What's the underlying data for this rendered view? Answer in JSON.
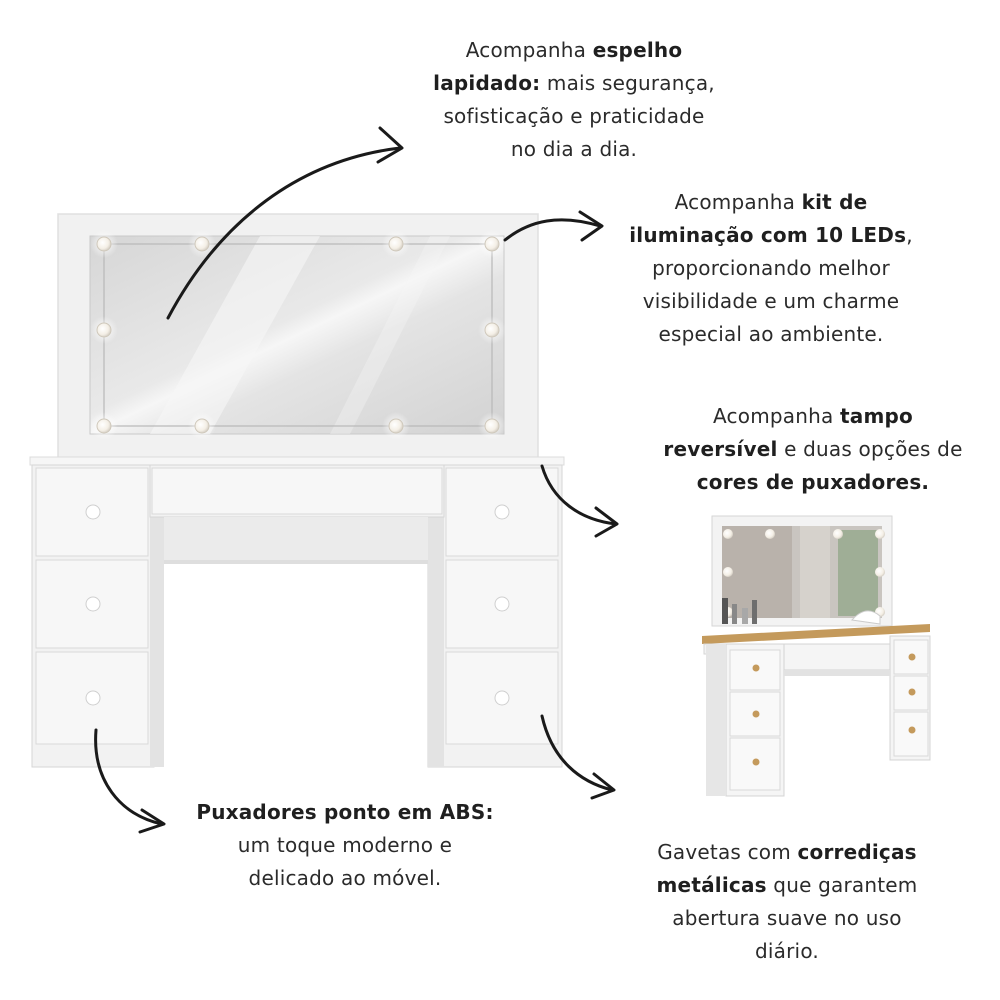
{
  "callouts": {
    "mirror": {
      "line1_pre": "Acompanha ",
      "line1_bold": "espelho",
      "line2_bold": "lapidado:",
      "line2_post": " mais segurança,",
      "line3": "sofisticação e praticidade",
      "line4": "no dia a dia."
    },
    "leds": {
      "line1_pre": "Acompanha ",
      "line1_bold": "kit de",
      "line2_bold": "iluminação com 10 LEDs",
      "line2_post": ",",
      "line3": "proporcionando melhor",
      "line4": "visibilidade e um charme",
      "line5": "especial ao ambiente."
    },
    "top": {
      "line1_pre": "Acompanha ",
      "line1_bold": "tampo",
      "line2_bold": "reversível",
      "line2_post": " e duas opções de",
      "line3_bold": "cores de puxadores."
    },
    "handles": {
      "line1_bold": "Puxadores ponto em ABS:",
      "line2": "um toque moderno e",
      "line3": "delicado ao móvel."
    },
    "drawers": {
      "line1_pre": "Gavetas com ",
      "line1_bold": "corrediças",
      "line2_bold": "metálicas",
      "line2_post": " que garantem",
      "line3": "abertura suave no uso",
      "line4": "diário."
    }
  },
  "colors": {
    "text": "#2b2b2b",
    "furniture_white": "#f4f4f4",
    "furniture_shadow": "#d8d8d8",
    "wood_top": "#c49a5c",
    "mirror_glass": "#e2e2e2",
    "arrow": "#1a1a1a"
  },
  "icons": {
    "arrow_mirror": "curved-arrow-icon",
    "arrow_leds": "curved-arrow-icon",
    "arrow_top": "curved-arrow-icon",
    "arrow_handles": "curved-arrow-icon",
    "arrow_drawers": "curved-arrow-icon"
  }
}
